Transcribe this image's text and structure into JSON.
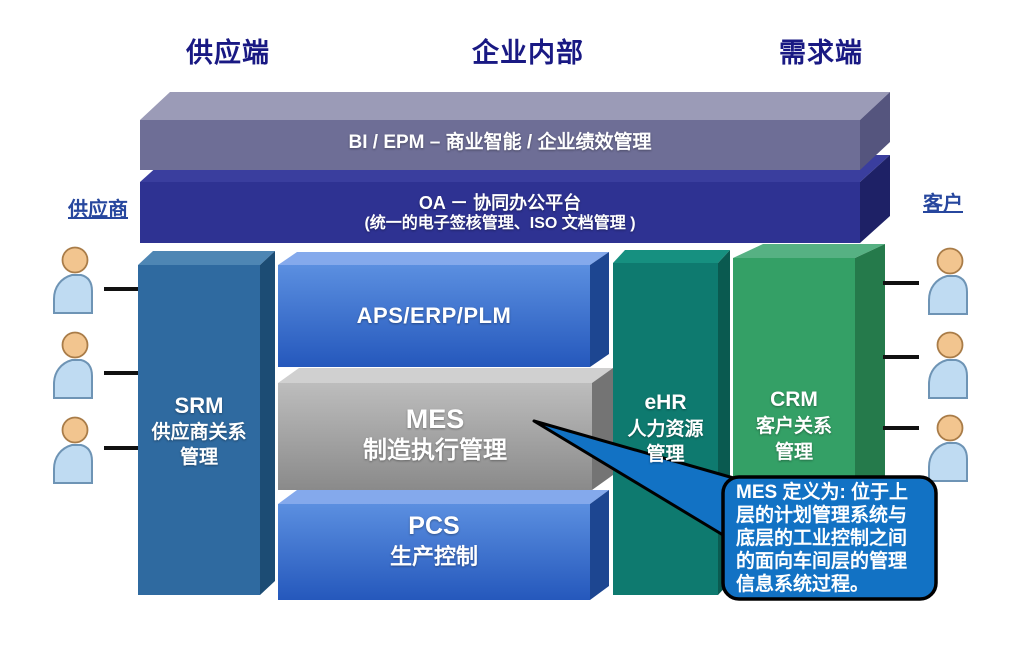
{
  "header": {
    "supply_side": "供应端",
    "enterprise_internal": "企业内部",
    "demand_side": "需求端"
  },
  "side_labels": {
    "supplier": "供应商",
    "customer": "客户"
  },
  "layers": {
    "bi_epm": {
      "label": "BI / EPM – 商业智能 / 企业绩效管理"
    },
    "oa": {
      "line1": "OA － 协同办公平台",
      "line2": "(统一的电子签核管理、ISO 文档管理 )"
    }
  },
  "columns": {
    "srm": {
      "title": "SRM",
      "line2": "供应商关系",
      "line3": "管理"
    },
    "ehr": {
      "title": "eHR",
      "line2": "人力资源",
      "line3": "管理"
    },
    "crm": {
      "title": "CRM",
      "line2": "客户关系",
      "line3": "管理"
    }
  },
  "core_boxes": {
    "aps": {
      "label": "APS/ERP/PLM"
    },
    "mes": {
      "title": "MES",
      "subtitle": "制造执行管理"
    },
    "pcs": {
      "title": "PCS",
      "subtitle": "生产控制"
    }
  },
  "callout": {
    "text": "MES 定义为: 位于上\n层的计划管理系统与\n底层的工业控制之间\n的面向车间层的管理\n信息系统过程。"
  },
  "icons": {
    "left_person_count": 3,
    "right_person_count": 3,
    "person_icon": "person-icon"
  },
  "colors": {
    "background": "#ffffff",
    "header_text": "#191983",
    "edge_label_text": "#27479E",
    "bi_epm_bar": "#6E6E96",
    "oa_bar": "#2E3292",
    "srm_column": "#2F6AA0",
    "aps_box_blue": "#2F6FD6",
    "mes_box_gray": "#9A9A9A",
    "pcs_box_blue": "#2F6FD6",
    "ehr_column": "#0E7A6F",
    "crm_column": "#34A066",
    "callout_blue": "#1272C4",
    "connector_line": "#111111",
    "person_body": "#BFDBF2",
    "person_head": "#F2C58F"
  }
}
